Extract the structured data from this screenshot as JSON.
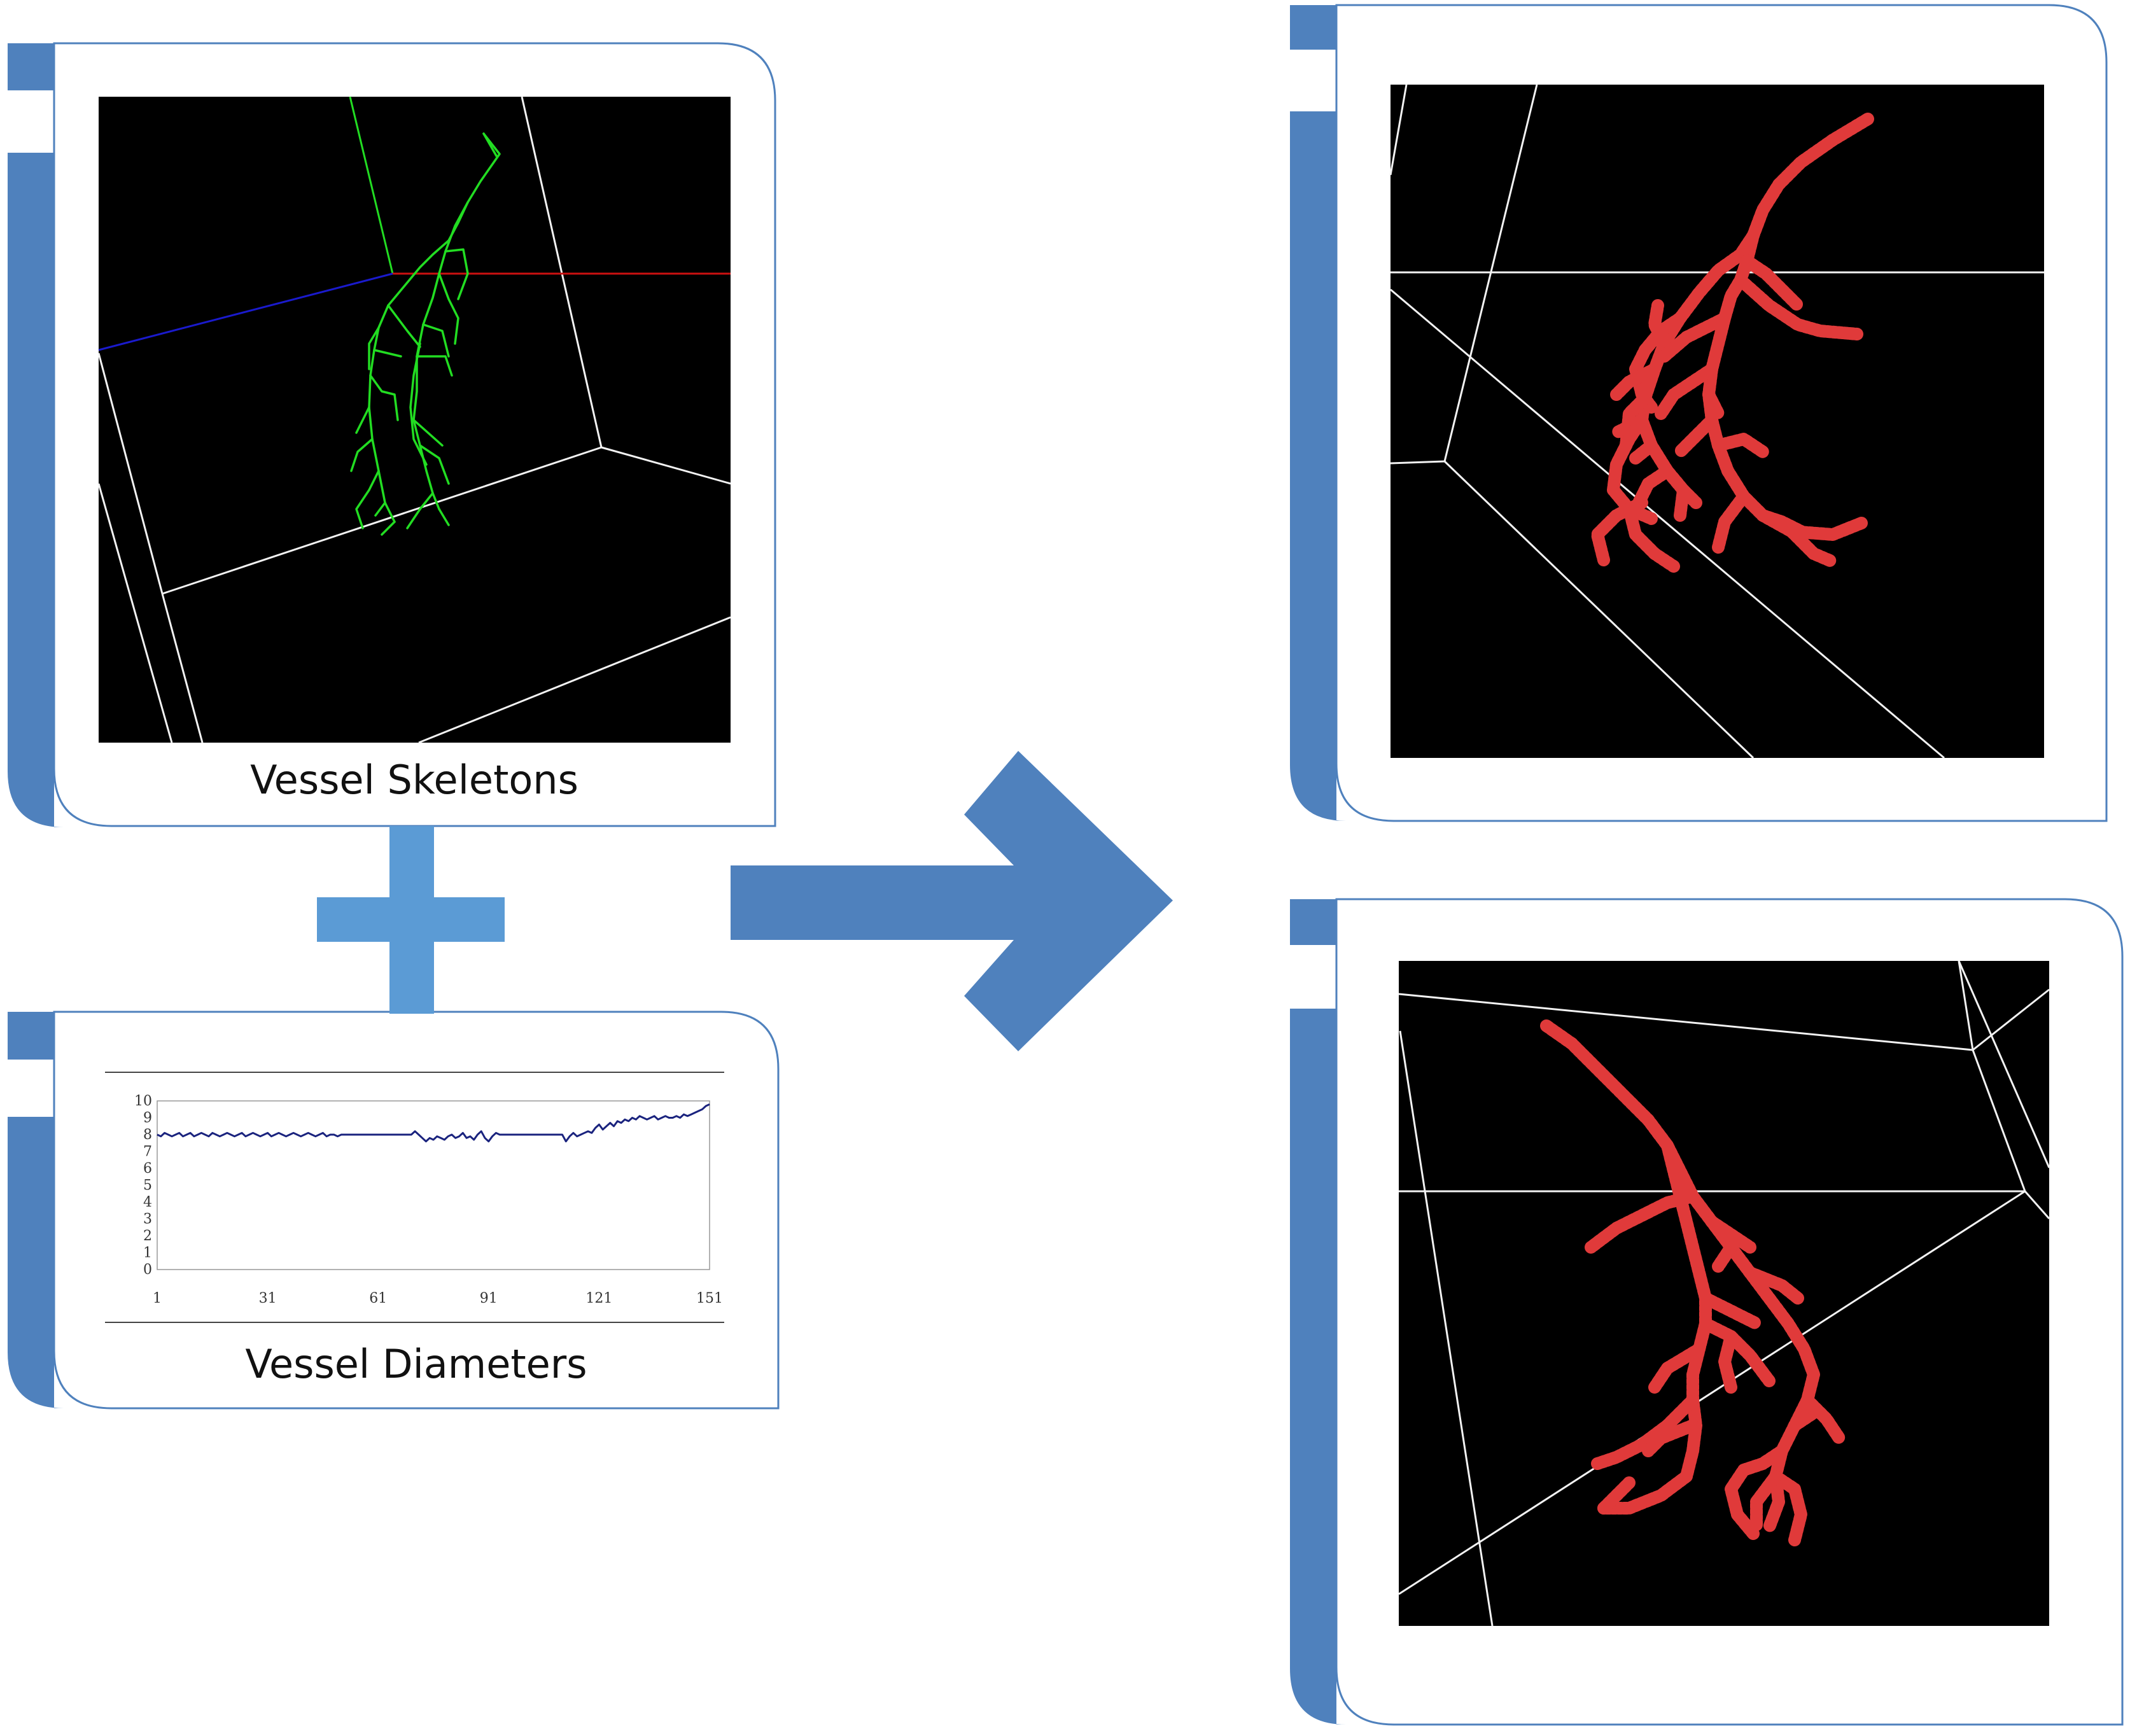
{
  "panels": {
    "skeletons": {
      "caption": "Vessel Skeletons"
    },
    "diameters": {
      "caption": "Vessel Diameters",
      "chart_data": {
        "type": "line",
        "x_ticks": [
          "1",
          "31",
          "61",
          "91",
          "121",
          "151"
        ],
        "y_ticks": [
          "0",
          "1",
          "2",
          "3",
          "4",
          "5",
          "6",
          "7",
          "8",
          "9",
          "10"
        ],
        "xlim": [
          1,
          151
        ],
        "ylim": [
          0,
          10
        ],
        "grid": false,
        "series_color": "#1a237e",
        "series": [
          {
            "values": [
              8.0,
              7.9,
              8.1,
              8.0,
              7.9,
              8.0,
              8.1,
              7.9,
              8.0,
              8.1,
              7.9,
              8.0,
              8.1,
              8.0,
              7.9,
              8.1,
              8.0,
              7.9,
              8.0,
              8.1,
              8.0,
              7.9,
              8.0,
              8.1,
              7.9,
              8.0,
              8.1,
              8.0,
              7.9,
              8.0,
              8.1,
              7.9,
              8.0,
              8.1,
              8.0,
              7.9,
              8.0,
              8.1,
              8.0,
              7.9,
              8.0,
              8.1,
              8.0,
              7.9,
              8.0,
              8.1,
              7.9,
              8.0,
              8.0,
              7.9,
              8.0,
              8.0,
              8.0,
              8.0,
              8.0,
              8.0,
              8.0,
              8.0,
              8.0,
              8.0,
              8.0,
              8.0,
              8.0,
              8.0,
              8.0,
              8.0,
              8.0,
              8.0,
              8.0,
              8.0,
              8.2,
              8.0,
              7.8,
              7.6,
              7.8,
              7.7,
              7.9,
              7.8,
              7.7,
              7.9,
              8.0,
              7.8,
              7.9,
              8.1,
              7.8,
              7.9,
              7.7,
              8.0,
              8.2,
              7.8,
              7.6,
              7.9,
              8.1,
              8.0,
              8.0,
              8.0,
              8.0,
              8.0,
              8.0,
              8.0,
              8.0,
              8.0,
              8.0,
              8.0,
              8.0,
              8.0,
              8.0,
              8.0,
              8.0,
              8.0,
              8.0,
              7.6,
              7.9,
              8.1,
              7.9,
              8.0,
              8.1,
              8.2,
              8.1,
              8.4,
              8.6,
              8.3,
              8.5,
              8.7,
              8.5,
              8.8,
              8.7,
              8.9,
              8.8,
              9.0,
              8.9,
              9.1,
              9.0,
              8.9,
              9.0,
              9.1,
              8.9,
              9.0,
              9.1,
              9.0,
              9.0,
              9.1,
              9.0,
              9.2,
              9.1,
              9.2,
              9.3,
              9.4,
              9.5,
              9.7,
              9.8
            ]
          }
        ]
      }
    },
    "result_top": {},
    "result_bottom": {}
  },
  "connectors": {
    "plus_color": "#5b9bd5",
    "arrow_color": "#4f81bd"
  },
  "colors": {
    "tab_blue": "#4f81bd",
    "card_border": "#4f81bd",
    "viewport_bg": "#000000",
    "skeleton_green": "#22dd22",
    "vessel_red": "#e03a3a",
    "axis_x_red": "#cc1111",
    "axis_z_blue": "#1a1acc"
  }
}
